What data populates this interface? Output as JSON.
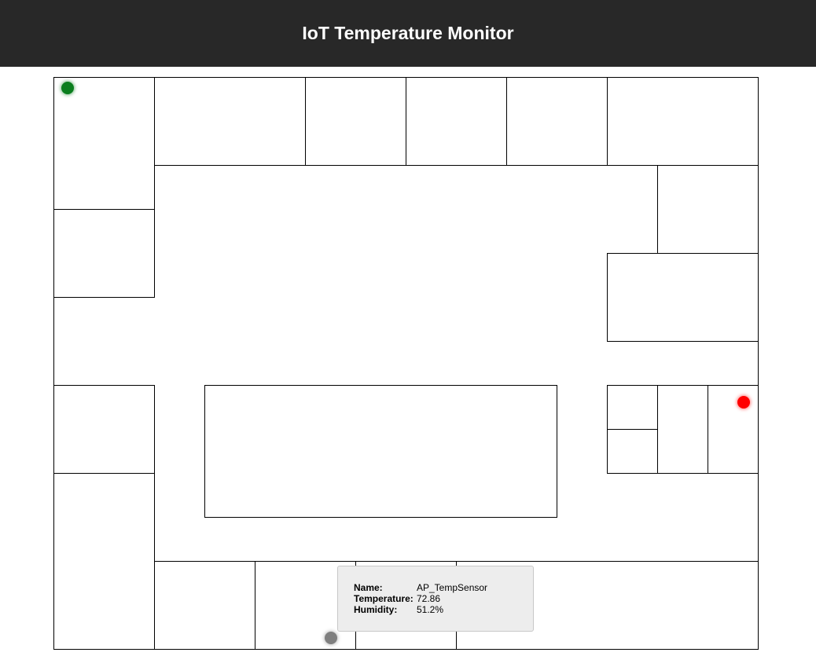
{
  "header": {
    "title": "IoT Temperature Monitor"
  },
  "colors": {
    "header_bg": "#282828",
    "sensor_green": "#0b7e1e",
    "sensor_red": "#ff0000",
    "sensor_gray": "#7f7f7f"
  },
  "sensors": [
    {
      "id": "green",
      "status": "normal"
    },
    {
      "id": "red",
      "status": "alert"
    },
    {
      "id": "gray",
      "status": "offline"
    }
  ],
  "tooltip": {
    "name_label": "Name:",
    "name_value": "AP_TempSensor",
    "temperature_label": "Temperature:",
    "temperature_value": "72.86",
    "humidity_label": "Humidity:",
    "humidity_value": "51.2%"
  }
}
